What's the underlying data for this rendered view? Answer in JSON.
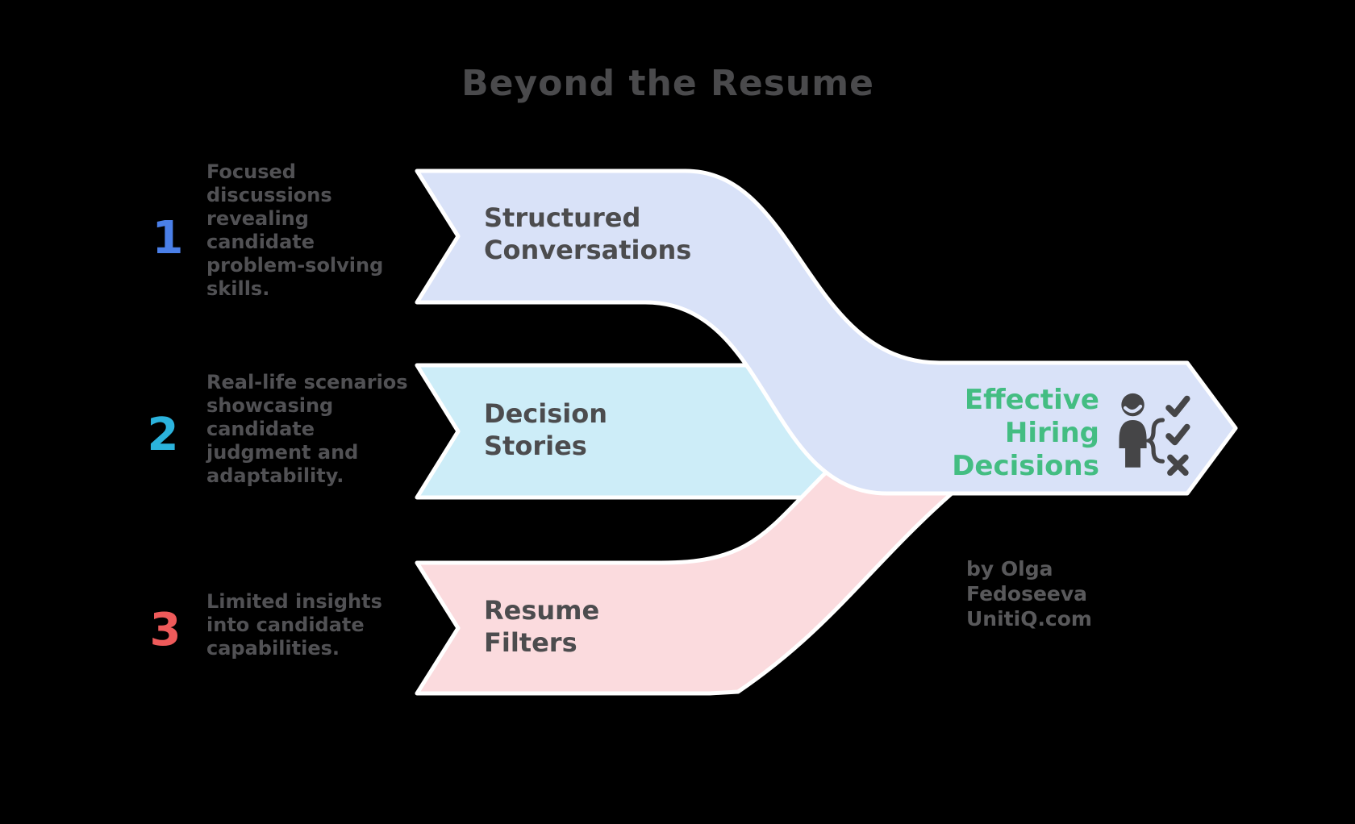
{
  "background": "#000000",
  "title": {
    "text": "Beyond the Resume",
    "color": "#4a4a4c"
  },
  "steps": [
    {
      "number": "1",
      "number_color": "#4a7fe8",
      "description_lines": [
        "Focused",
        "discussions",
        "revealing",
        "candidate",
        "problem-solving",
        "skills."
      ]
    },
    {
      "number": "2",
      "number_color": "#2bb3dd",
      "description_lines": [
        "Real-life scenarios",
        "showcasing",
        "candidate",
        "judgment and",
        "adaptability."
      ]
    },
    {
      "number": "3",
      "number_color": "#ee5a5a",
      "description_lines": [
        "Limited insights",
        "into candidate",
        "capabilities."
      ]
    }
  ],
  "flows": [
    {
      "label_lines": [
        "Structured",
        "Conversations"
      ],
      "fill": "#d9e2f8"
    },
    {
      "label_lines": [
        "Decision",
        "Stories"
      ],
      "fill": "#cdedf8"
    },
    {
      "label_lines": [
        "Resume",
        "Filters"
      ],
      "fill": "#fbdbde"
    }
  ],
  "outcome": {
    "label_lines": [
      "Effective",
      "Hiring",
      "Decisions"
    ],
    "label_color": "#43bd82",
    "icon": "person-checklist-icon",
    "icon_color": "#454547",
    "arrow_fill": "#d9e2f8"
  },
  "credit": {
    "author": "by Olga Fedoseeva",
    "site": "UnitiQ.com",
    "color": "#59595b"
  },
  "ribbon_stroke": "#ffffff"
}
